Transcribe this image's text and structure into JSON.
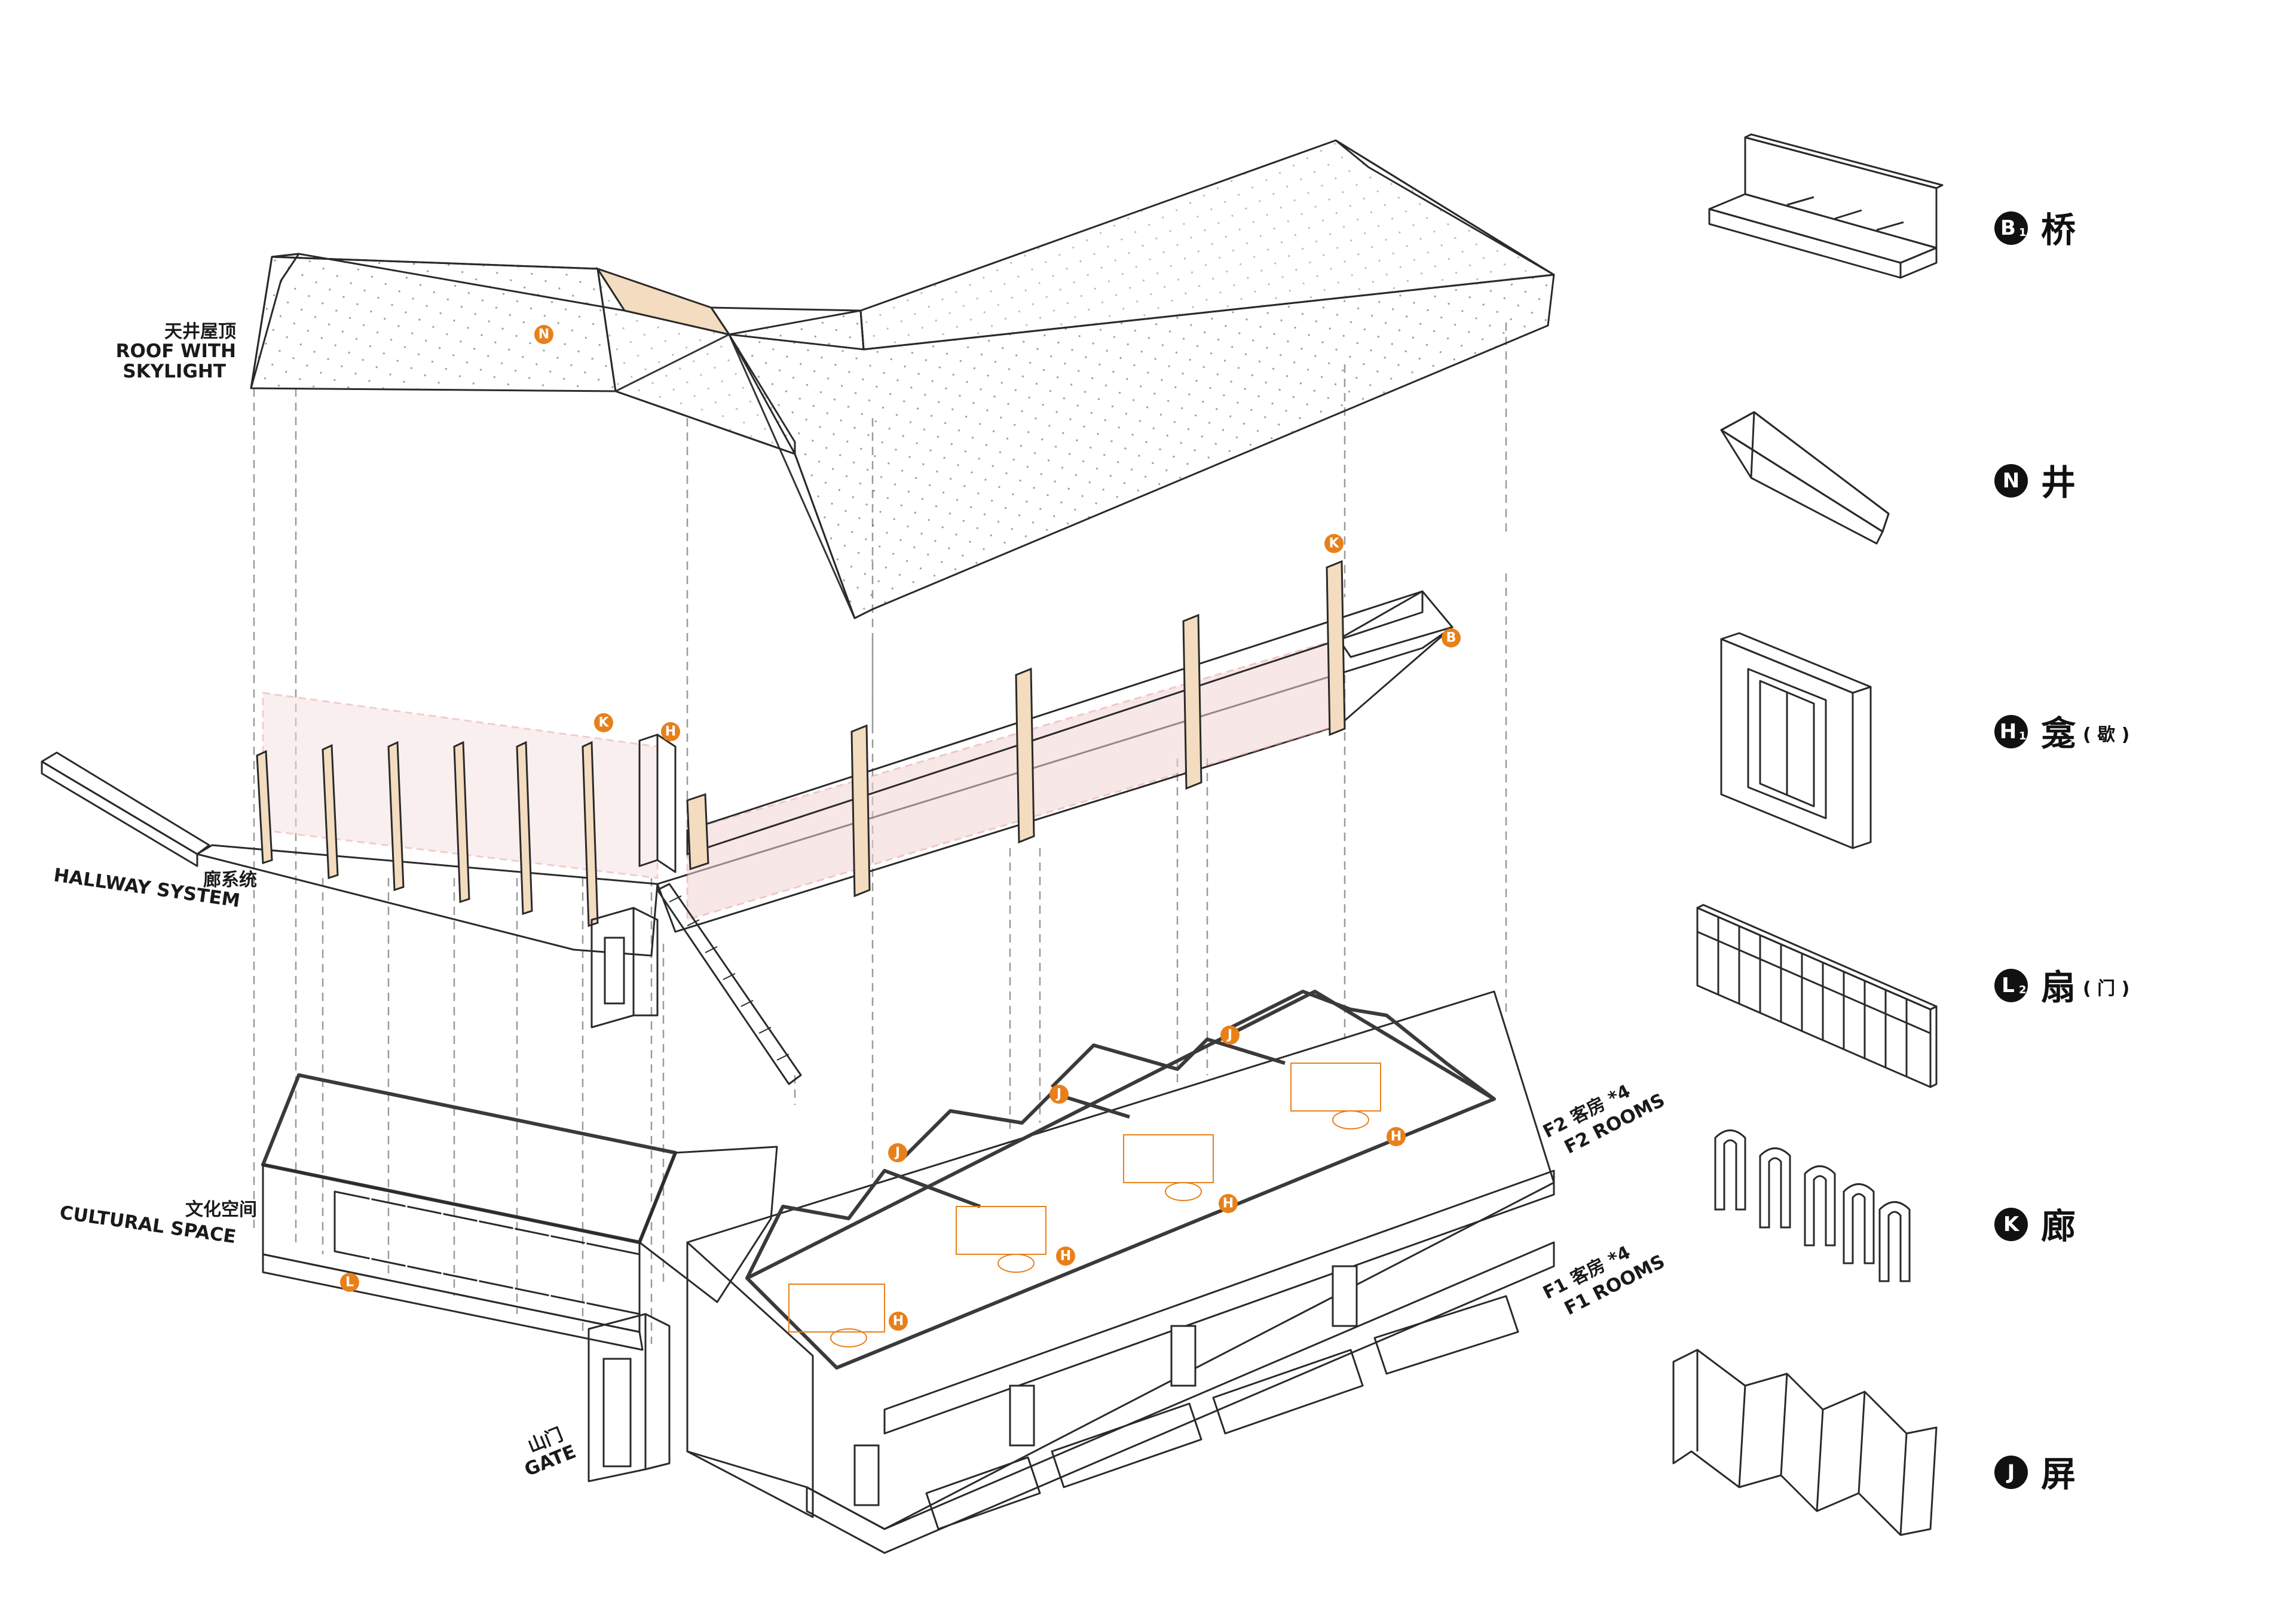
{
  "layers": {
    "roof": {
      "cn": "天井屋顶",
      "en_line1": "ROOF WITH",
      "en_line2": "SKYLIGHT"
    },
    "hallway": {
      "cn": "廊系统",
      "en": "HALLWAY SYSTEM"
    },
    "cultural": {
      "cn": "文化空间",
      "en": "CULTURAL SPACE"
    },
    "gate": {
      "cn": "山门",
      "en": "GATE"
    },
    "f2": {
      "cn": "F2 客房 *4",
      "en": "F2 ROOMS"
    },
    "f1": {
      "cn": "F1 客房 *4",
      "en": "F1 ROOMS"
    }
  },
  "tags": {
    "N": "N",
    "K": "K",
    "H": "H",
    "B": "B",
    "J": "J",
    "L": "L"
  },
  "legend": [
    {
      "code": "B",
      "sub": "1",
      "name": "桥",
      "note": ""
    },
    {
      "code": "N",
      "sub": "",
      "name": "井",
      "note": ""
    },
    {
      "code": "H",
      "sub": "1",
      "name": "龛",
      "note": "( 歇 )"
    },
    {
      "code": "L",
      "sub": "2",
      "name": "扇",
      "note": "( 门 )"
    },
    {
      "code": "K",
      "sub": "",
      "name": "廊",
      "note": ""
    },
    {
      "code": "J",
      "sub": "",
      "name": "屏",
      "note": ""
    }
  ],
  "colors": {
    "roof_dark": "#4e7f78",
    "roof_light": "#9ab8b2",
    "wood": "#f3dcc0",
    "wood_dark": "#e2c29d",
    "floor_grey": "#c8c8c8",
    "glass_blue": "#2b4a9c",
    "tag_orange": "#e8801a",
    "pink_dash": "#e79a9a"
  }
}
